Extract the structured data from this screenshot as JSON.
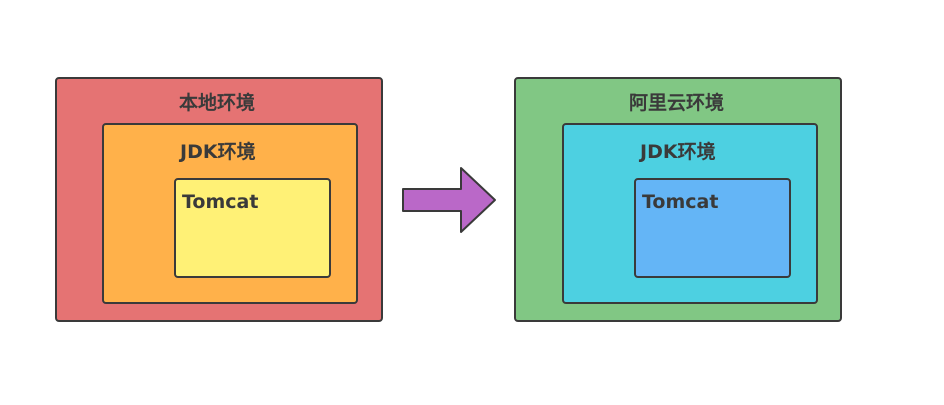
{
  "left_stack": {
    "env_label": "本地环境",
    "jdk_label": "JDK环境",
    "tomcat_label": "Tomcat"
  },
  "right_stack": {
    "env_label": "阿里云环境",
    "jdk_label": "JDK环境",
    "tomcat_label": "Tomcat"
  },
  "colors": {
    "local_env": "#e57373",
    "local_jdk": "#ffb14a",
    "local_tomcat": "#fff176",
    "cloud_env": "#81c784",
    "cloud_jdk": "#4dd0e1",
    "cloud_tomcat": "#64b5f6",
    "arrow": "#ba68c8",
    "border": "#3a3a3a"
  },
  "arrow": {
    "icon": "right-arrow-icon"
  }
}
